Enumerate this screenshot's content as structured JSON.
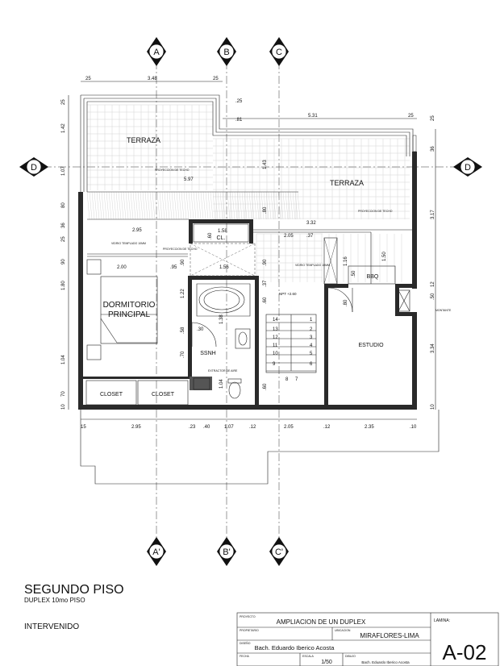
{
  "axes": {
    "vertical_top": [
      "A",
      "B",
      "C"
    ],
    "vertical_bottom": [
      "A'",
      "B'",
      "C'"
    ],
    "horizontal": "D"
  },
  "rooms": {
    "terraza_1": "TERRAZA",
    "terraza_2": "TERRAZA",
    "dormitorio_1": "DORMITORIO",
    "dormitorio_2": "PRINCIPAL",
    "closet_1": "CLOSET",
    "closet_2": "CLOSET",
    "closet_cl": "CL.",
    "ssnh": "SSNH",
    "estudio": "ESTUDIO",
    "bbq": "BBQ"
  },
  "notes": {
    "proyeccion_1": "PROYECCION DE TECHO",
    "proyeccion_2": "PROYECCION DE TECHO",
    "proyeccion_3": "PROYECCION DE TECHO",
    "vidrio_1": "VIDRIO TEMPLADO 10MM",
    "vidrio_2": "VIDRIO TEMPLADO 10MM",
    "extractor": "EXTRACTOR DE AIRE",
    "montante": "MONTANTE",
    "npt": "NPT +2.60"
  },
  "stairs": [
    "14",
    "13",
    "12",
    "11",
    "10",
    "9",
    "1",
    "2",
    "3",
    "4",
    "5",
    "6",
    "8",
    "7"
  ],
  "dimensions": {
    "top": [
      "25",
      "3.48",
      "25"
    ],
    "top_right": [
      "25",
      "5.31",
      "25"
    ],
    "left": [
      "25",
      "1.42",
      "1.07",
      "80",
      "36",
      "25",
      "90",
      "1.80",
      "1.04",
      "70",
      "10"
    ],
    "right": [
      "25",
      "36",
      "3.17",
      "12",
      ".50",
      "3.34",
      "10"
    ],
    "bottom": [
      "15",
      "2.95",
      ".23",
      ".40",
      "1.07",
      ".12",
      "2.05",
      ".12",
      "2.35",
      ".10"
    ],
    "inner": [
      ".25",
      ".81",
      "5.97",
      "3.32",
      "2.05",
      ".37",
      "2.95",
      ".95",
      "1.56",
      "1.58",
      ".60",
      "2.00",
      ".90",
      ".90",
      "1.22",
      ".80",
      ".80",
      ".37",
      ".60",
      ".60",
      ".50",
      "1.16",
      "1.50",
      ".80",
      ".58",
      ".30",
      "1.38",
      ".70",
      ".70",
      "1.04",
      ".60",
      ".12",
      "1.43"
    ]
  },
  "drawing": {
    "title": "SEGUNDO PISO",
    "subtitle": "DUPLEX 10mo PISO",
    "status": "INTERVENIDO"
  },
  "title_block": {
    "proyecto_label": "PROYECTO",
    "proyecto": "AMPLIACION DE UN DUPLEX",
    "propietario_label": "PROPIETARIO",
    "ubicacion_label": "UBICACION",
    "ubicacion": "MIRAFLORES-LIMA",
    "diseno_label": "DISEÑO",
    "diseno": "Bach. Eduardo Iberico Acosta",
    "fecha_label": "FECHA",
    "escala_label": "ESCALA",
    "escala": "1/50",
    "dibujo_label": "DIBUJO",
    "dibujo": "Bach. Eduardo Iberico Acosta",
    "lamina_label": "LAMINA:",
    "lamina": "A-02"
  }
}
